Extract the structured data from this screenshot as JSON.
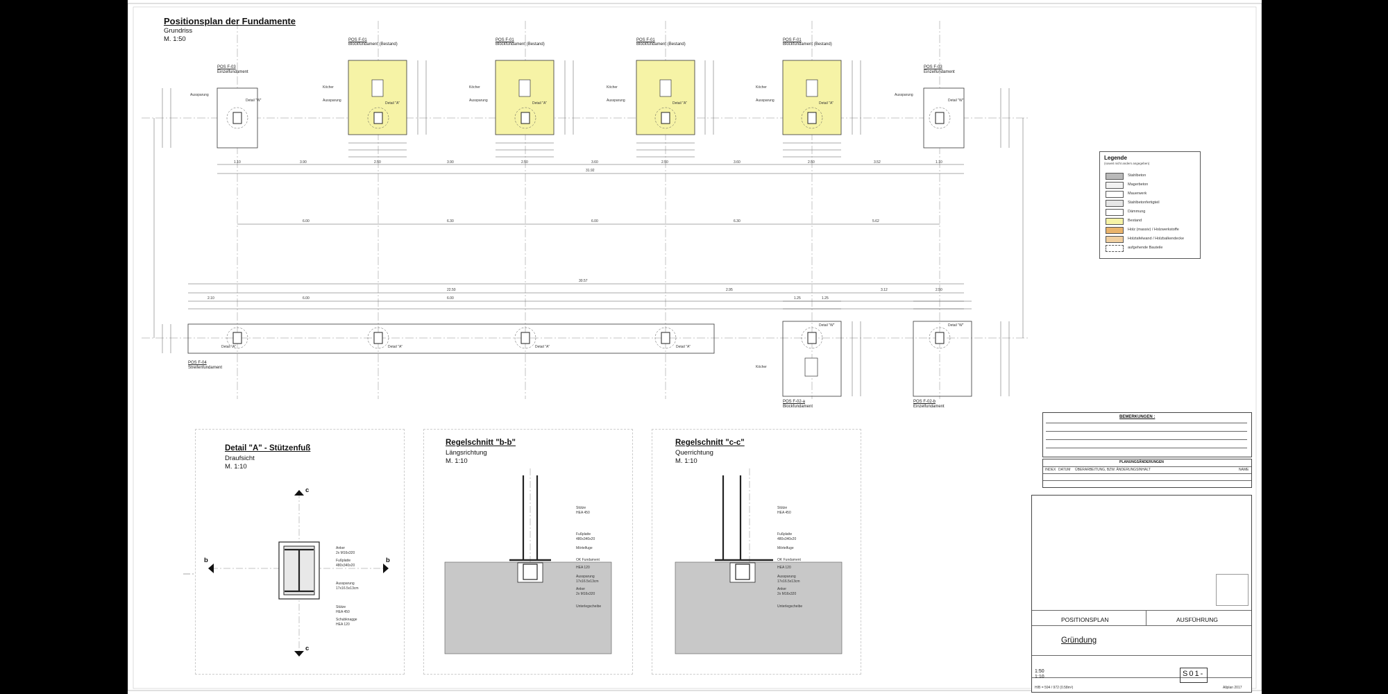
{
  "plan": {
    "title": "Positionsplan der Fundamente",
    "subtitle": "Grundriss",
    "scale": "M. 1:50"
  },
  "foundations": {
    "f03_label": "POS F-03",
    "f03_type": "Einzelfundament",
    "f01_label": "POS F-01",
    "f01_type": "Blockfundament (Bestand)",
    "f04_label": "POS F-04",
    "f04_type": "Streifenfundament",
    "f02a_label": "POS F-02-a",
    "f02a_type": "Blockfundament",
    "f02b_label": "POS F-02-b",
    "f02b_type": "Einzelfundament",
    "detail_a": "Detail \"A\"",
    "detail_w": "Detail \"W\"",
    "kocher": "Köcher",
    "aussparung": "Aussparung"
  },
  "dimensions": {
    "row1": [
      "1.10",
      "3.90",
      "2.50",
      "3.90",
      "2.50",
      "3.60",
      "2.50",
      "3.60",
      "2.50",
      "3.52",
      "1.10"
    ],
    "total1": "31.92",
    "row2": [
      "6.00",
      "6.30",
      "6.00",
      "6.30",
      "5.62"
    ],
    "total2": "30.57",
    "row3": [
      "22.50",
      "2.95",
      "3.12",
      "2.50"
    ],
    "row4": [
      "2.10",
      "6.00",
      "6.00",
      "1.25",
      "1.25"
    ]
  },
  "legend": {
    "title": "Legende",
    "subtitle": "(soweit nicht anders angegeben)",
    "items": [
      {
        "label": "Stahlbeton",
        "color": "#b9b9b9",
        "dashed": false
      },
      {
        "label": "Magerbeton",
        "color": "#f2f2f2",
        "dashed": false
      },
      {
        "label": "Mauerwerk",
        "color": "#ffffff",
        "dashed": false
      },
      {
        "label": "Stahlbetonfertigteil",
        "color": "#e6e6e6",
        "dashed": false
      },
      {
        "label": "Dämmung",
        "color": "#ffffff",
        "dashed": false
      },
      {
        "label": "Bestand",
        "color": "#f6f3a6",
        "dashed": false
      },
      {
        "label": "Holz (massiv) / Holzwerkstoffe",
        "color": "#e9b36b",
        "dashed": false
      },
      {
        "label": "Holztafelwand / Holzbalkendecke",
        "color": "#f0cfa0",
        "dashed": false
      },
      {
        "label": "aufgehende Bauteile",
        "color": "#ffffff",
        "dashed": true
      }
    ]
  },
  "details": {
    "a_title": "Detail \"A\" - Stützenfuß",
    "a_sub": "Draufsicht",
    "a_scale": "M. 1:10",
    "b_title": "Regelschnitt \"b-b\"",
    "b_sub": "Längsrichtung",
    "b_scale": "M. 1:10",
    "c_title": "Regelschnitt \"c-c\"",
    "c_sub": "Querrichtung",
    "c_scale": "M. 1:10",
    "anker": "Anker",
    "anker_spec": "2x M16x320",
    "fussplatte": "Fußplatte",
    "fussplatte_spec": "480x340x20",
    "aussparung_spec": "17x16.5x13cm",
    "stutze": "Stütze",
    "stutze_spec": "HEA 450",
    "schubknagge": "Schubknagge",
    "schubknagge_spec": "HEA 120",
    "mortelfuge": "Mörtelfuge",
    "ok_fundament": "OK Fundament",
    "unterlegscheibe": "Unterlegscheibe",
    "b_marker": "b",
    "c_marker": "c"
  },
  "titleblock": {
    "bemerkungen": "BEMERKUNGEN :",
    "planungsanderungen": "PLANUNGSÄNDERUNGEN",
    "cols": [
      "INDEX",
      "DATUM",
      "ÜBERARBEITUNG, BZW. ÄNDERUNGSINHALT",
      "NAME"
    ],
    "positionsplan": "POSITIONSPLAN",
    "ausfuhrung": "AUSFÜHRUNG",
    "gruendung": "Gründung",
    "plan_number": "S01-",
    "massstab": "1:50\n1:10",
    "format": "H/B = 594 / 972 (0.58m²)",
    "software": "Allplan 2017"
  }
}
